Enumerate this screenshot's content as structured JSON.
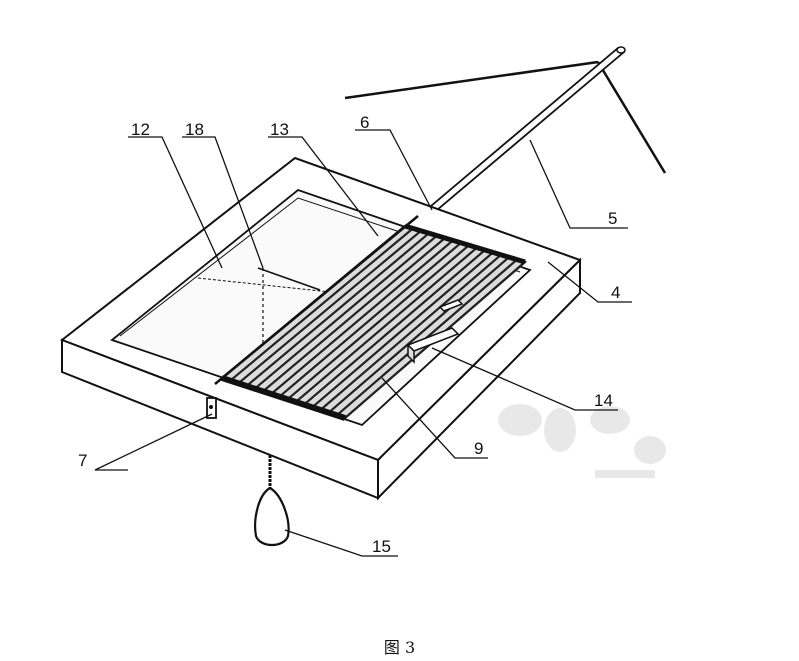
{
  "figure": {
    "caption": "图 3",
    "labels": {
      "l12": "12",
      "l18": "18",
      "l13": "13",
      "l6": "6",
      "l5": "5",
      "l4": "4",
      "l14": "14",
      "l9": "9",
      "l7": "7",
      "l15": "15"
    }
  }
}
